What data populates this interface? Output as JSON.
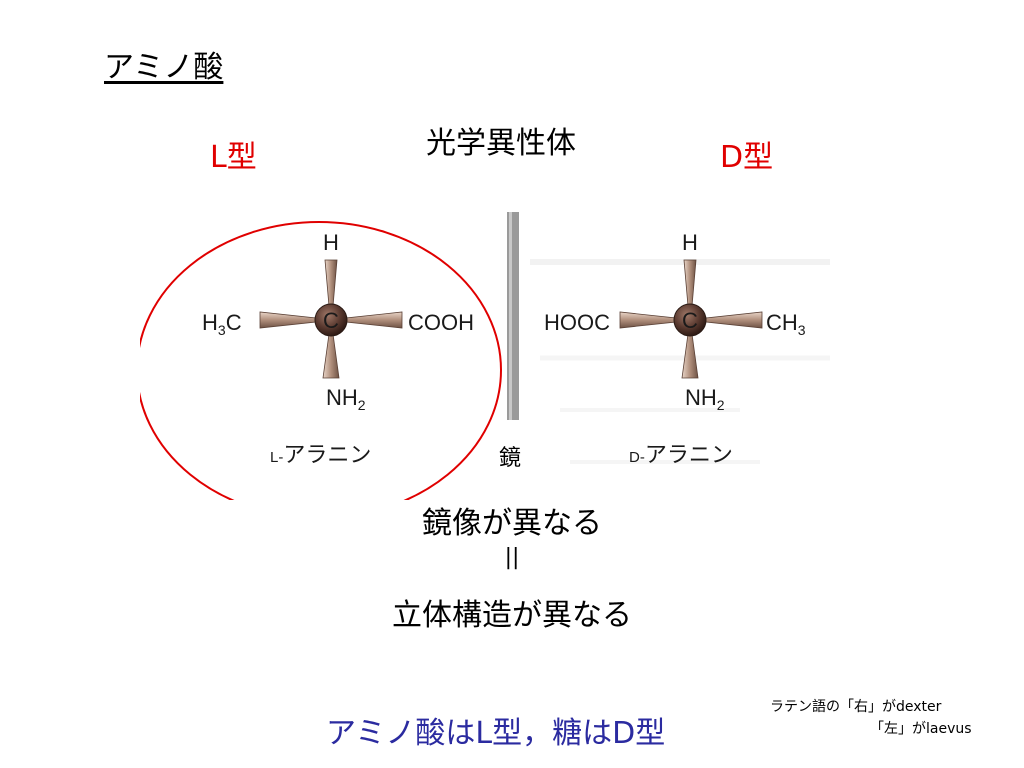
{
  "slide_title": "アミノ酸",
  "center_title": "光学異性体",
  "l_type_label": "L型",
  "d_type_label": "D型",
  "left_molecule": {
    "top": "H",
    "left_main": "H",
    "left_sub": "3",
    "left_tail": "C",
    "right": "COOH",
    "center": "C",
    "bottom_main": "NH",
    "bottom_sub": "2",
    "caption_prefix": "L-",
    "caption": "アラニン"
  },
  "right_molecule": {
    "top": "H",
    "left": "HOOC",
    "right_main": "CH",
    "right_sub": "3",
    "center": "C",
    "bottom_main": "NH",
    "bottom_sub": "2",
    "caption_prefix": "D-",
    "caption": "アラニン"
  },
  "mirror_label": "鏡",
  "statement_line1": "鏡像が異なる",
  "equals_sign": "||",
  "statement_line2": "立体構造が異なる",
  "summary": "アミノ酸はL型，糖はD型",
  "note_line1": "ラテン語の「右」がdexter",
  "note_line2": "「左」がlaevus",
  "colors": {
    "highlight_red": "#e00000",
    "summary_blue": "#2b2ba0",
    "bond": "#c9a994",
    "atom_center": "#5a3a30"
  }
}
